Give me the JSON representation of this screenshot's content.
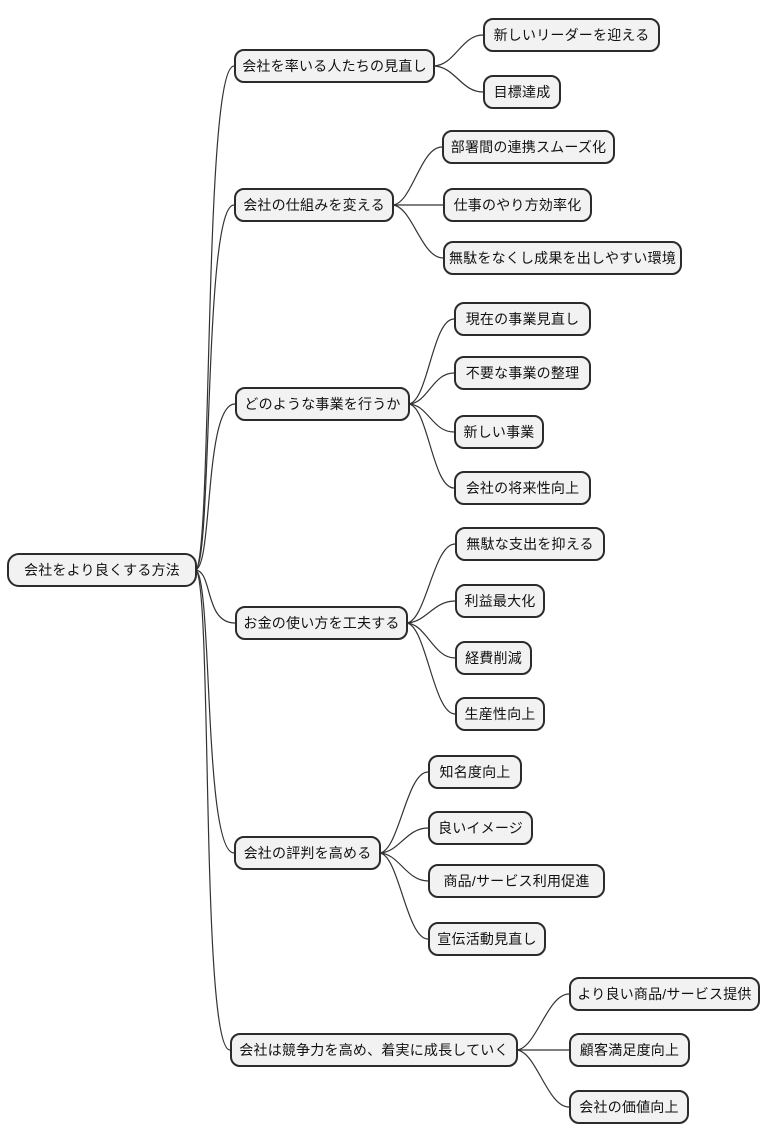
{
  "mindmap": {
    "colors": {
      "background": "#ffffff",
      "node_fill": "#f2f2f2",
      "node_border": "#2b2b2b",
      "connector": "#333333",
      "text": "#111111"
    },
    "root": {
      "label": "会社をより良くする方法"
    },
    "branches": [
      {
        "label": "会社を率いる人たちの見直し",
        "children": [
          {
            "label": "新しいリーダーを迎える"
          },
          {
            "label": "目標達成"
          }
        ]
      },
      {
        "label": "会社の仕組みを変える",
        "children": [
          {
            "label": "部署間の連携スムーズ化"
          },
          {
            "label": "仕事のやり方効率化"
          },
          {
            "label": "無駄をなくし成果を出しやすい環境"
          }
        ]
      },
      {
        "label": "どのような事業を行うか",
        "children": [
          {
            "label": "現在の事業見直し"
          },
          {
            "label": "不要な事業の整理"
          },
          {
            "label": "新しい事業"
          },
          {
            "label": "会社の将来性向上"
          }
        ]
      },
      {
        "label": "お金の使い方を工夫する",
        "children": [
          {
            "label": "無駄な支出を抑える"
          },
          {
            "label": "利益最大化"
          },
          {
            "label": "経費削減"
          },
          {
            "label": "生産性向上"
          }
        ]
      },
      {
        "label": "会社の評判を高める",
        "children": [
          {
            "label": "知名度向上"
          },
          {
            "label": "良いイメージ"
          },
          {
            "label": "商品/サービス利用促進"
          },
          {
            "label": "宣伝活動見直し"
          }
        ]
      },
      {
        "label": "会社は競争力を高め、着実に成長していく",
        "children": [
          {
            "label": "より良い商品/サービス提供"
          },
          {
            "label": "顧客満足度向上"
          },
          {
            "label": "会社の価値向上"
          }
        ]
      }
    ]
  }
}
